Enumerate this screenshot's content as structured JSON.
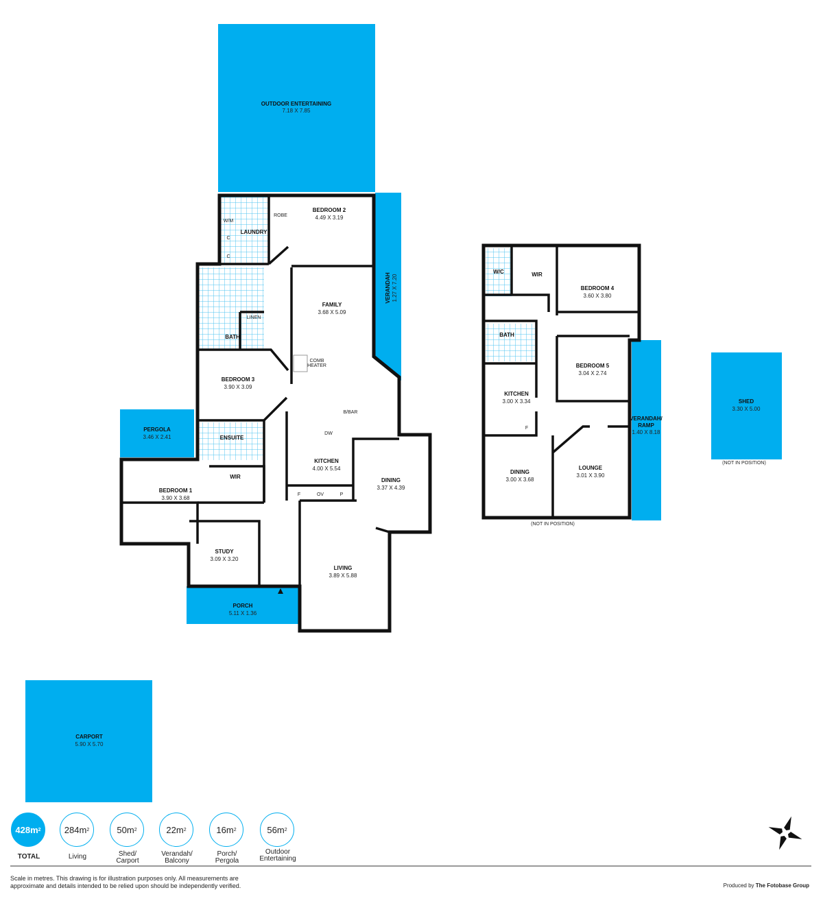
{
  "rooms": {
    "outdoor": {
      "name": "OUTDOOR ENTERTAINING",
      "dim": "7.18 X 7.85"
    },
    "bed2": {
      "name": "BEDROOM 2",
      "dim": "4.49 X 3.19"
    },
    "laundry": {
      "name": "LAUNDRY"
    },
    "robe": "ROBE",
    "wm": "W/M",
    "c": "C",
    "verandah": {
      "name": "VERANDAH",
      "dim": "1.27 X 7.20"
    },
    "family": {
      "name": "FAMILY",
      "dim": "3.68 X 5.09"
    },
    "linen": "LINEN",
    "bath": {
      "name": "BATH"
    },
    "combheater": [
      "COMB",
      "HEATER"
    ],
    "bed3": {
      "name": "BEDROOM 3",
      "dim": "3.90 X 3.09"
    },
    "pergola": {
      "name": "PERGOLA",
      "dim": "3.46 X 2.41"
    },
    "ensuite": {
      "name": "ENSUITE"
    },
    "wir": "WIR",
    "bbar": "B/BAR",
    "dw": "DW",
    "f": "F",
    "ov": "OV",
    "p": "P",
    "kitchen": {
      "name": "KITCHEN",
      "dim": "4.00 X 5.54"
    },
    "dining": {
      "name": "DINING",
      "dim": "3.37 X 4.39"
    },
    "bed1": {
      "name": "BEDROOM 1",
      "dim": "3.90 X 3.68"
    },
    "study": {
      "name": "STUDY",
      "dim": "3.09 X 3.20"
    },
    "living": {
      "name": "LIVING",
      "dim": "3.89 X 5.88"
    },
    "porch": {
      "name": "PORCH",
      "dim": "5.11 X 1.36"
    },
    "carport": {
      "name": "CARPORT",
      "dim": "5.90 X 5.70"
    }
  },
  "annex": {
    "wc": "W/C",
    "wir": "WIR",
    "bed4": {
      "name": "BEDROOM 4",
      "dim": "3.60 X 3.80"
    },
    "bath": "BATH",
    "bed5": {
      "name": "BEDROOM 5",
      "dim": "3.04 X 2.74"
    },
    "kitchen": {
      "name": "KITCHEN",
      "dim": "3.00 X 3.34"
    },
    "f": "F",
    "verandah": {
      "name1": "VERANDAH/",
      "name2": "RAMP",
      "dim": "1.40 X 8.18"
    },
    "dining": {
      "name": "DINING",
      "dim": "3.00 X 3.68"
    },
    "lounge": {
      "name": "LOUNGE",
      "dim": "3.01 X 3.90"
    },
    "note": "(NOT IN POSITION)"
  },
  "shed": {
    "name": "SHED",
    "dim": "3.30 X 5.00",
    "note": "(NOT IN POSITION)"
  },
  "stats": [
    {
      "value": "428m",
      "label": "TOTAL"
    },
    {
      "value": "284m",
      "label": "Living"
    },
    {
      "value": "50m",
      "label": "Shed/ Carport"
    },
    {
      "value": "22m",
      "label": "Verandah/ Balcony"
    },
    {
      "value": "16m",
      "label": "Porch/ Pergola"
    },
    {
      "value": "56m",
      "label": "Outdoor Entertaining"
    }
  ],
  "sup": "2",
  "disclaimer": "Scale in metres. This drawing is for illustration purposes only. All measurements are approximate and details intended to be relied upon should be independently verified.",
  "produced_prefix": "Produced by",
  "produced_by": "The Fotobase Group",
  "colors": {
    "accent": "#00aeef",
    "wall": "#111111"
  }
}
